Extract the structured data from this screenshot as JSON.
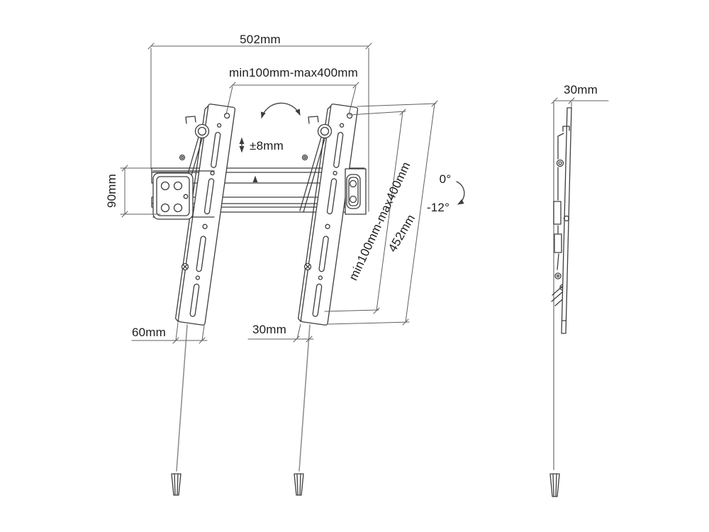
{
  "colors": {
    "background": "#ffffff",
    "line": "#3d3d3d",
    "dimension_line": "#5f5f5f",
    "text": "#1c1c1c",
    "cord": "#8a8a8a"
  },
  "front_view": {
    "total_width": "502mm",
    "vesa_width_range": "min100mm-max400mm",
    "height_adjustment": "±8mm",
    "wall_plate_height": "90mm",
    "bottom_left_width": "60mm",
    "bottom_center_gap": "30mm",
    "vesa_height_range": "min100mm-max400mm",
    "bracket_length": "452mm",
    "tilt_angle_max": "0°",
    "tilt_angle_min": "-12°"
  },
  "side_view": {
    "depth": "30mm"
  }
}
